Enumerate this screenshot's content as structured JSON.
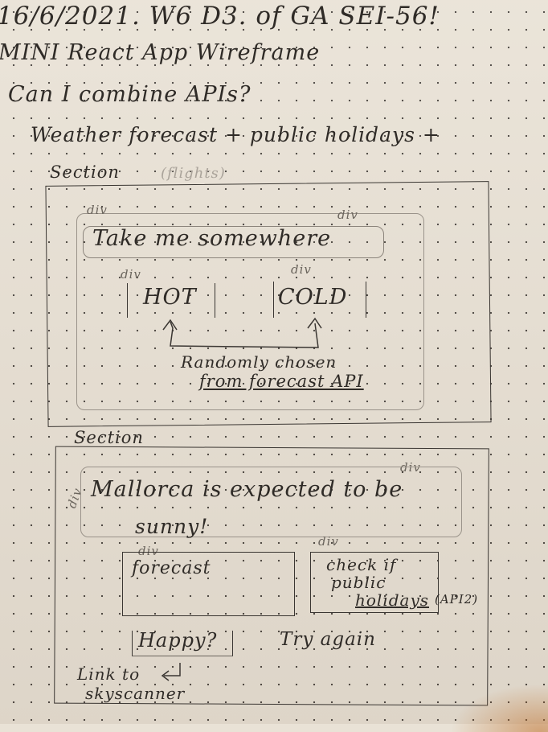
{
  "header": {
    "date_line": "16/6/2021. W6 D3. of GA SEI-56!",
    "title": "MINI React App Wireframe",
    "question": "Can I combine APIs?",
    "apis_line": "Weather forecast + public holidays +"
  },
  "section1": {
    "label": "Section",
    "ghost_text": "(flights)",
    "div_label_left": "div",
    "div_label_right": "div",
    "heading": "Take me somewhere",
    "hot_div_label": "div",
    "hot_button": "HOT",
    "cold_div_label": "div",
    "cold_button": "COLD",
    "note_line1": "Randomly chosen",
    "note_line2": "from forecast API"
  },
  "section2": {
    "label": "Section",
    "result_div_label": "div",
    "result_side_label": "div",
    "result_line1": "Mallorca is expected to be",
    "result_line2": "sunny!",
    "forecast_div_label": "div",
    "forecast_box": "forecast",
    "holidays_div_label": "div",
    "holidays_line1": "check if",
    "holidays_line2": "public",
    "holidays_line3": "holidays",
    "holidays_api": "(API2)",
    "happy_button": "Happy?",
    "try_again": "Try again",
    "link_line1": "Link to",
    "link_line2": "skyscanner"
  }
}
